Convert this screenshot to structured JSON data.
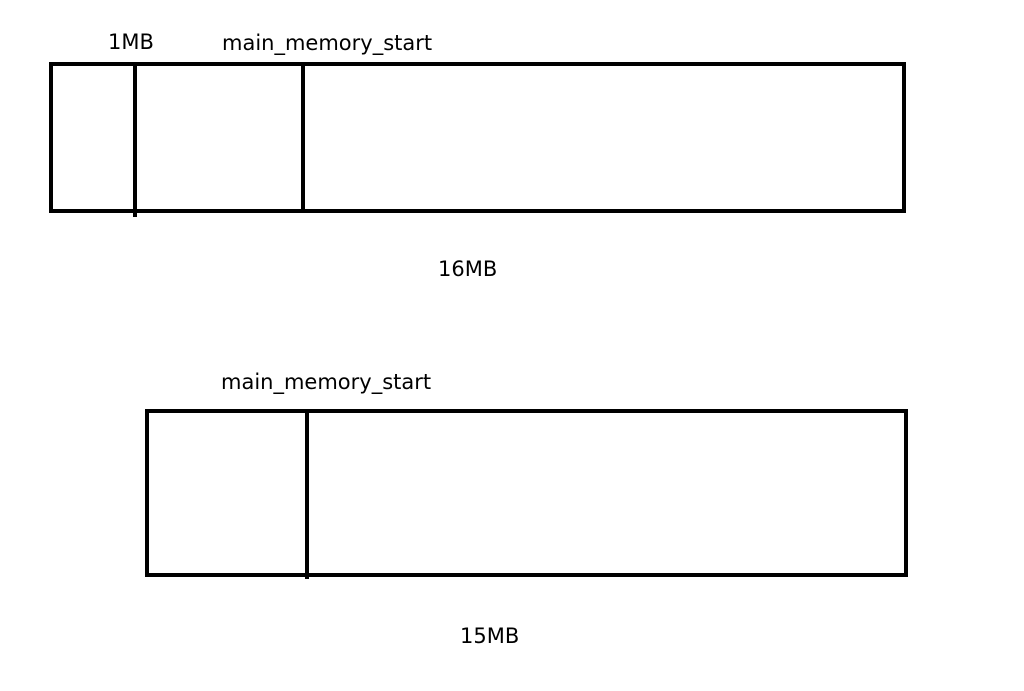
{
  "top_diagram": {
    "label_1mb": "1MB",
    "label_main_memory_start": "main_memory_start",
    "label_total": "16MB"
  },
  "bottom_diagram": {
    "label_main_memory_start": "main_memory_start",
    "label_total": "15MB"
  },
  "colors": {
    "line": "#000000",
    "background": "#ffffff"
  }
}
